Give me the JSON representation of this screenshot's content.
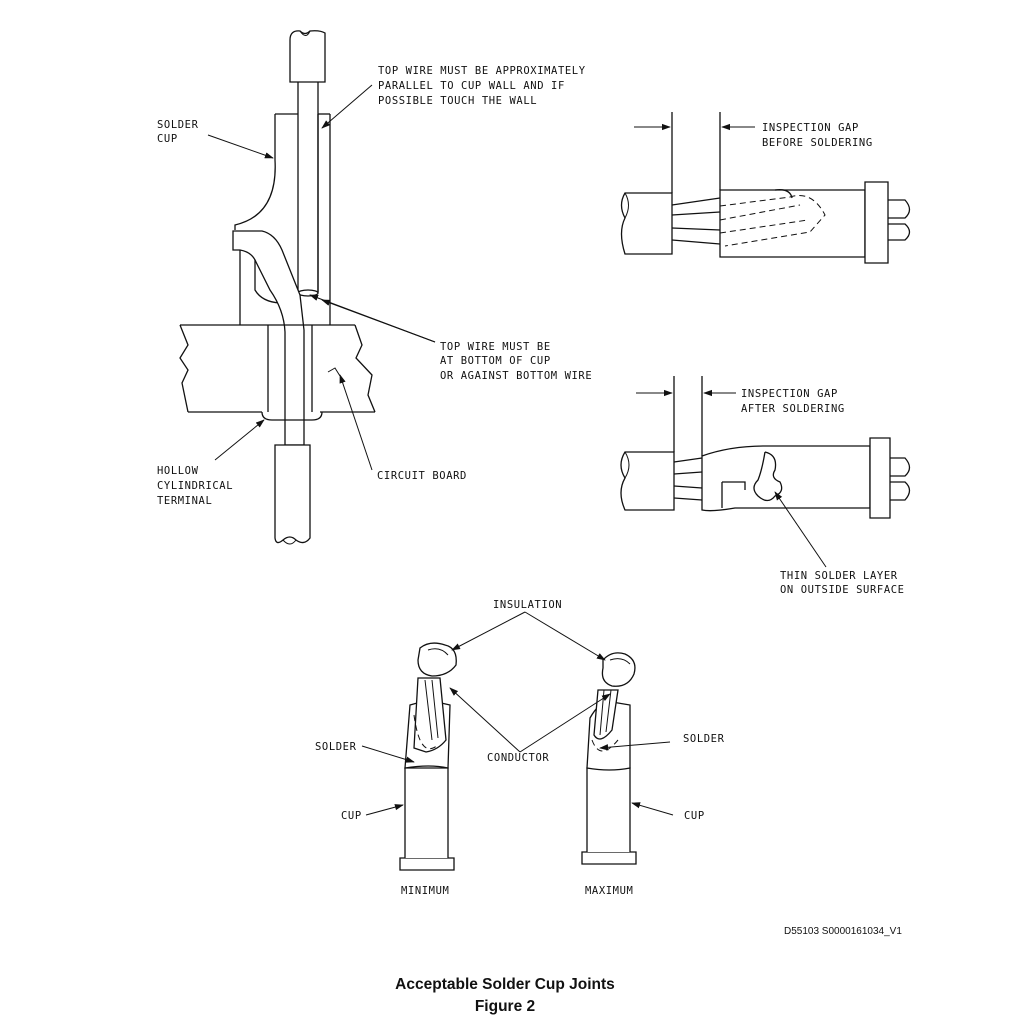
{
  "labels": {
    "top_wire_parallel": [
      "TOP WIRE MUST BE APPROXIMATELY",
      "PARALLEL TO CUP WALL AND IF",
      "POSSIBLE TOUCH THE WALL"
    ],
    "solder_cup": [
      "SOLDER",
      "CUP"
    ],
    "inspection_gap_before": [
      "INSPECTION GAP",
      "BEFORE SOLDERING"
    ],
    "top_wire_bottom": [
      "TOP WIRE MUST BE",
      "AT BOTTOM OF CUP",
      "OR AGAINST BOTTOM WIRE"
    ],
    "inspection_gap_after": [
      "INSPECTION GAP",
      "AFTER SOLDERING"
    ],
    "hollow_terminal": [
      "HOLLOW",
      "CYLINDRICAL",
      "TERMINAL"
    ],
    "circuit_board": "CIRCUIT BOARD",
    "thin_solder_layer": [
      "THIN SOLDER LAYER",
      "ON OUTSIDE SURFACE"
    ],
    "insulation": "INSULATION",
    "solder_left": "SOLDER",
    "solder_right": "SOLDER",
    "conductor": "CONDUCTOR",
    "cup_left": "CUP",
    "cup_right": "CUP",
    "minimum": "MINIMUM",
    "maximum": "MAXIMUM"
  },
  "drawing_code": "D55103 S0000161034_V1",
  "caption": {
    "title": "Acceptable Solder Cup Joints",
    "figure": "Figure 2"
  }
}
